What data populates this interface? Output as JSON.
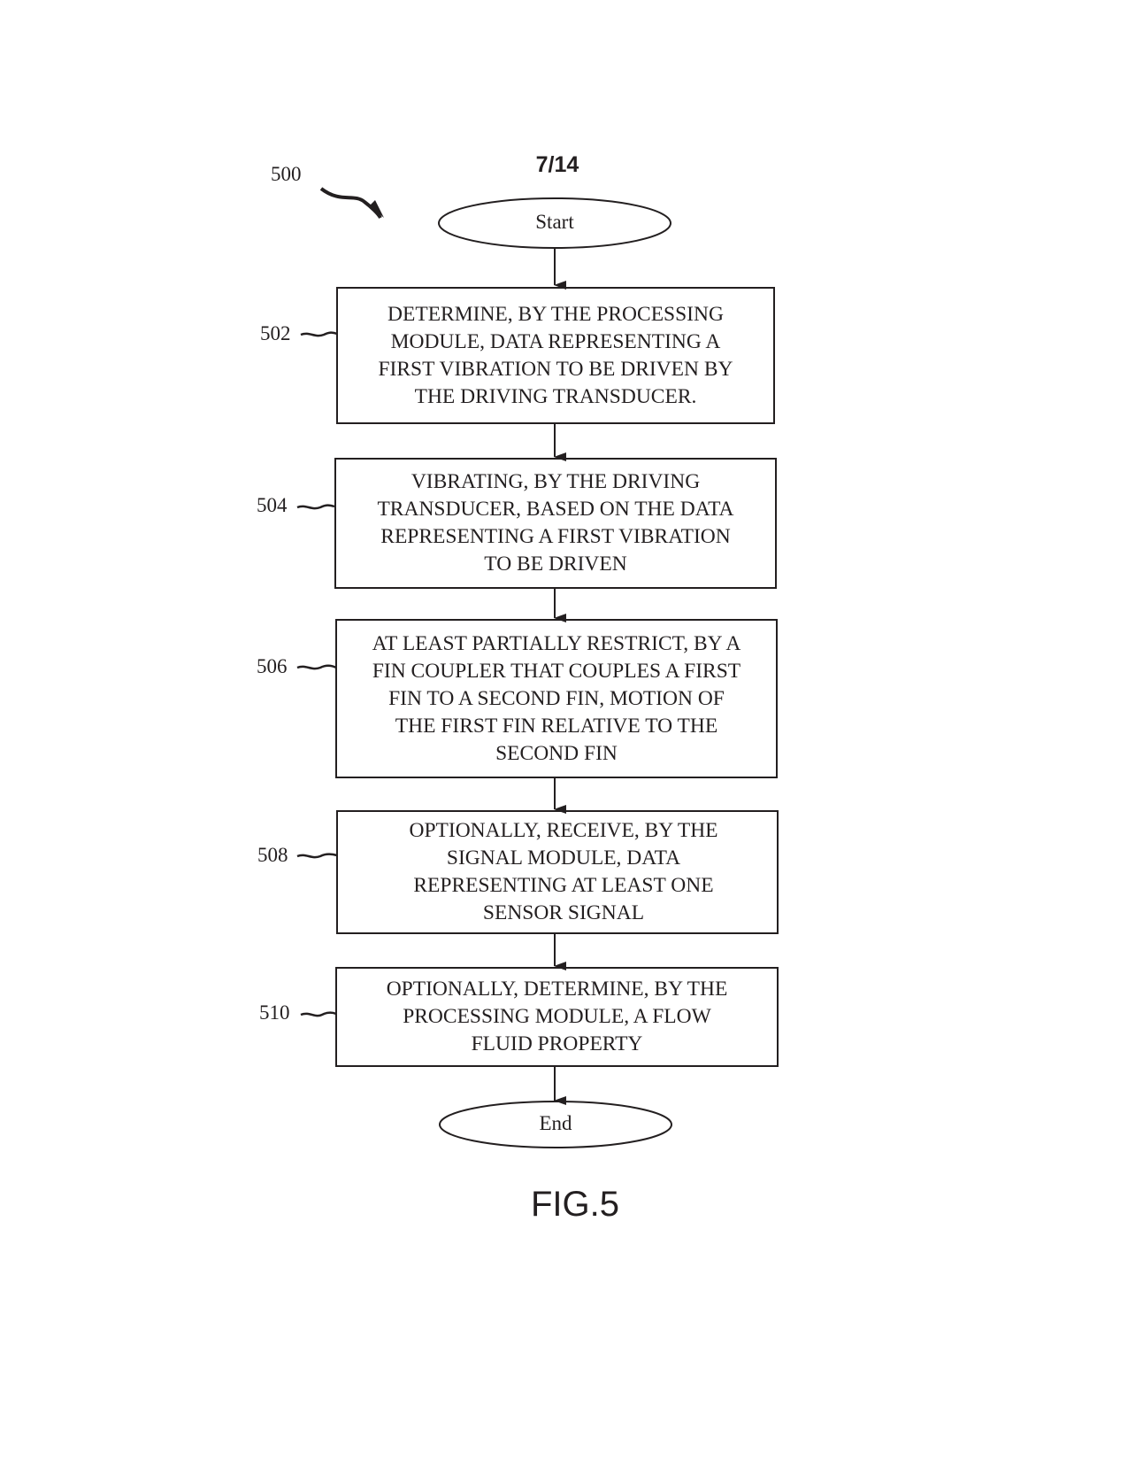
{
  "page": {
    "sheet_number": "7/14",
    "figure_label": "FIG.5",
    "diagram_ref": "500"
  },
  "flowchart": {
    "start_label": "Start",
    "end_label": "End",
    "steps": [
      {
        "ref": "502",
        "text": "DETERMINE, BY THE PROCESSING\nMODULE, DATA REPRESENTING A\nFIRST VIBRATION TO BE DRIVEN BY\nTHE DRIVING TRANSDUCER."
      },
      {
        "ref": "504",
        "text": "VIBRATING, BY THE DRIVING\nTRANSDUCER, BASED ON THE DATA\nREPRESENTING A FIRST VIBRATION\nTO BE DRIVEN"
      },
      {
        "ref": "506",
        "text": "AT LEAST PARTIALLY RESTRICT, BY A\nFIN COUPLER THAT COUPLES A FIRST\nFIN TO A SECOND FIN, MOTION OF\nTHE FIRST FIN RELATIVE TO THE\nSECOND FIN"
      },
      {
        "ref": "508",
        "text": "OPTIONALLY, RECEIVE, BY THE\nSIGNAL MODULE, DATA\nREPRESENTING AT LEAST ONE\nSENSOR SIGNAL"
      },
      {
        "ref": "510",
        "text": "OPTIONALLY, DETERMINE, BY THE\nPROCESSING MODULE, A FLOW\nFLUID PROPERTY"
      }
    ]
  }
}
